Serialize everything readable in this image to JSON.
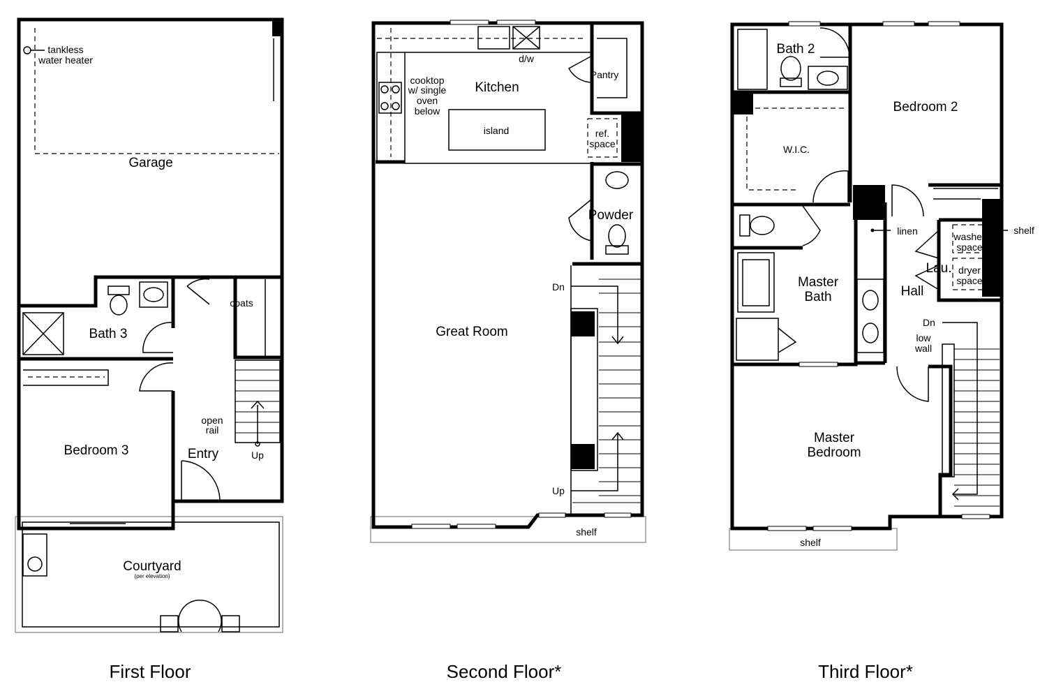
{
  "floors": [
    {
      "title": "First Floor",
      "rooms": {
        "garage": "Garage",
        "water_heater_1": "tankless",
        "water_heater_2": "water heater",
        "bath3": "Bath 3",
        "coats": "coats",
        "bedroom3": "Bedroom 3",
        "entry": "Entry",
        "open_rail_1": "open",
        "open_rail_2": "rail",
        "up": "Up",
        "courtyard": "Courtyard",
        "courtyard_note": "(per elevation)"
      }
    },
    {
      "title": "Second Floor*",
      "rooms": {
        "kitchen": "Kitchen",
        "dw": "d/w",
        "pantry": "Pantry",
        "cooktop_1": "cooktop",
        "cooktop_2": "w/ single",
        "cooktop_3": "oven",
        "cooktop_4": "below",
        "island": "island",
        "ref_1": "ref.",
        "ref_2": "space",
        "powder": "Powder",
        "great_room": "Great Room",
        "dn": "Dn",
        "up": "Up",
        "shelf": "shelf"
      }
    },
    {
      "title": "Third Floor*",
      "rooms": {
        "bath2": "Bath 2",
        "bedroom2": "Bedroom 2",
        "wic": "W.I.C.",
        "linen": "linen",
        "shelf_right": "shelf",
        "washer_1": "washer",
        "washer_2": "space",
        "laundry": "Lau.",
        "dryer_1": "dryer",
        "dryer_2": "space",
        "master_bath_1": "Master",
        "master_bath_2": "Bath",
        "hall": "Hall",
        "dn": "Dn",
        "low_wall_1": "low",
        "low_wall_2": "wall",
        "master_bed_1": "Master",
        "master_bed_2": "Bedroom",
        "shelf": "shelf"
      }
    }
  ]
}
